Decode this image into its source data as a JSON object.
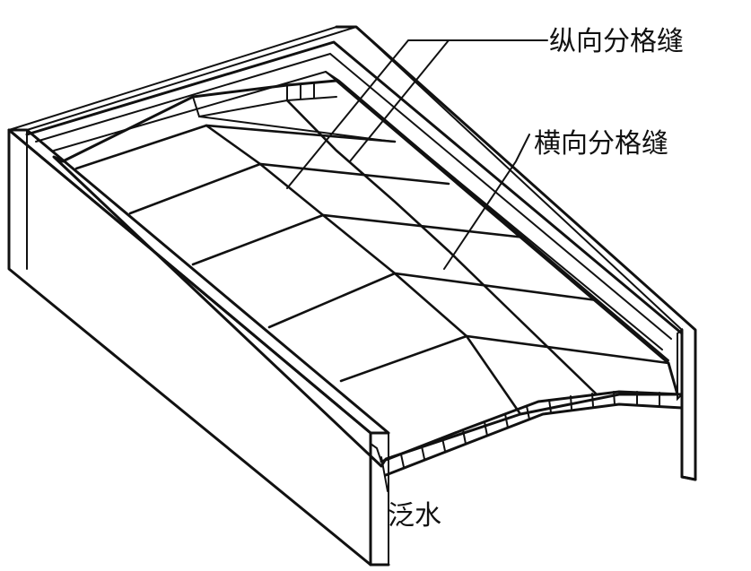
{
  "labels": {
    "longitudinal_joint": "纵向分格缝",
    "transverse_joint": "横向分格缝",
    "flashing": "泛水"
  }
}
